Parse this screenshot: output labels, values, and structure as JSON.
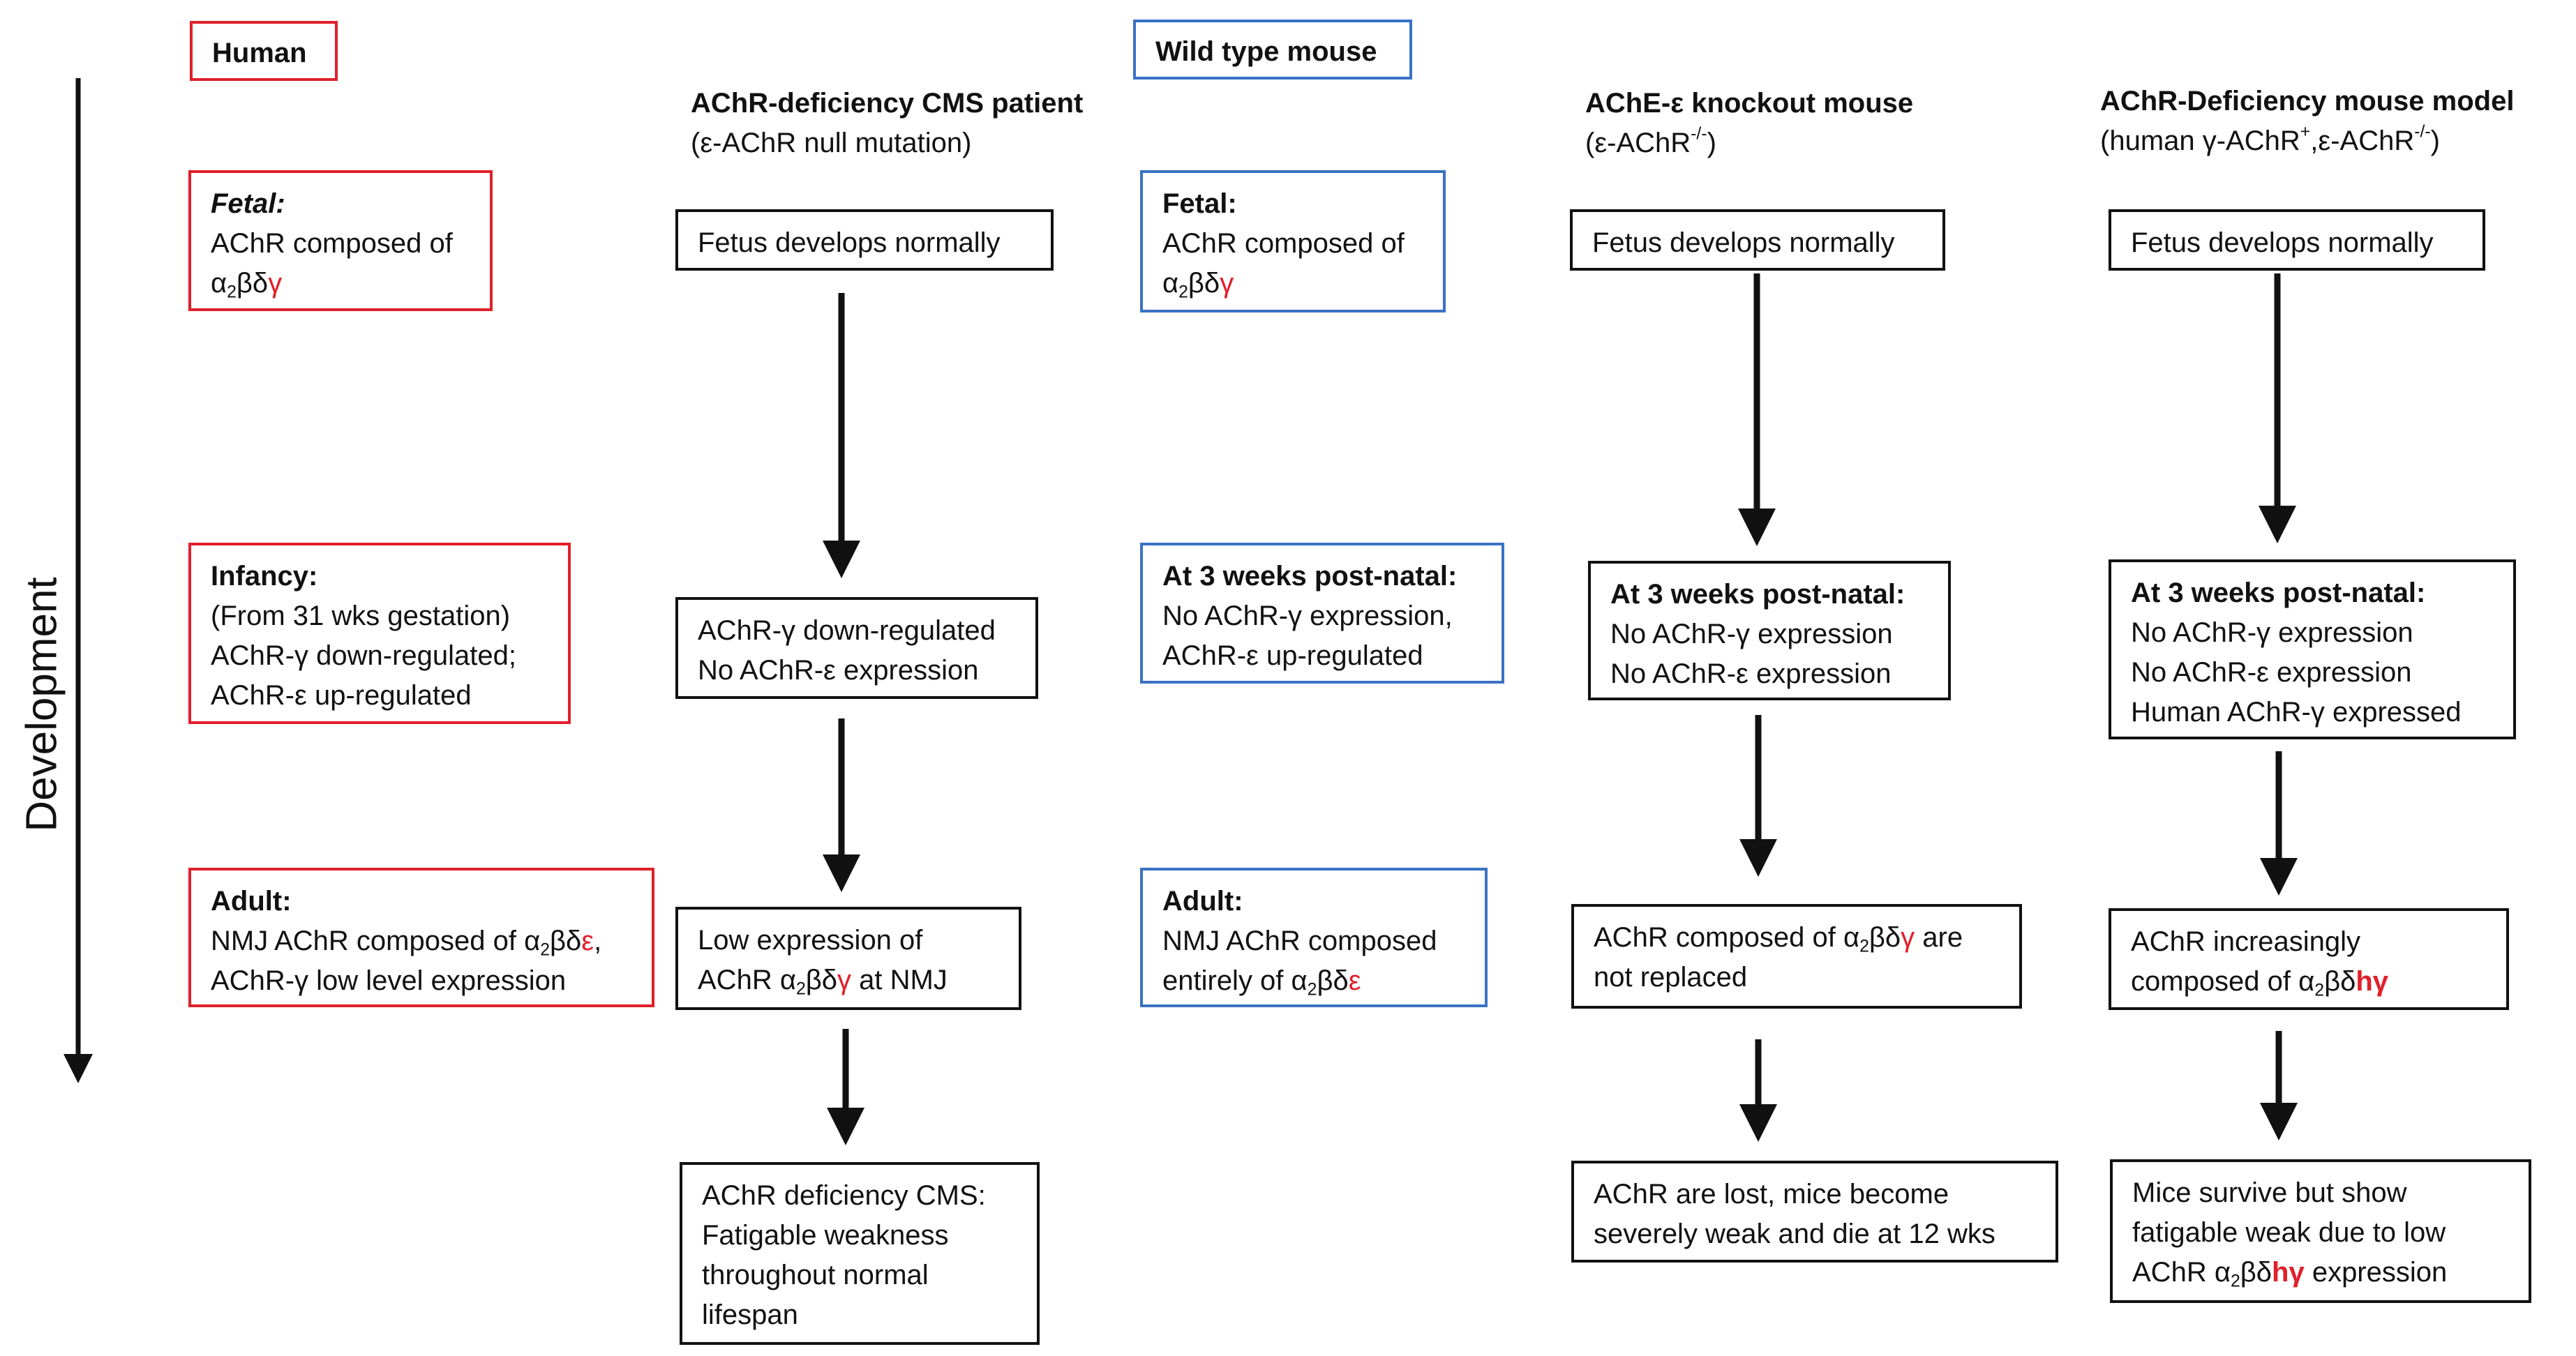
{
  "axis": {
    "label": "Development"
  },
  "headers": {
    "human": "Human",
    "wild_type": "Wild type mouse",
    "cms": {
      "title": "AChR-deficiency CMS patient",
      "sub_a": "(ε-AChR null mutation)"
    },
    "ko": {
      "title": "AChE-ε knockout mouse",
      "sub_a": "(ε-AChR",
      "sub_sup": "-/-",
      "sub_b": ")"
    },
    "model": {
      "title": "AChR-Deficiency mouse model",
      "sub_a": "(human γ-AChR",
      "sub_sup1": "+",
      "sub_b": ",ε-AChR",
      "sub_sup2": "-/-",
      "sub_c": ")"
    }
  },
  "human": {
    "fetal": {
      "title": "Fetal:",
      "l2": "AChR composed of",
      "l3a": "α",
      "l3sub": "2",
      "l3b": "βδ",
      "l3c": "γ"
    },
    "infancy": {
      "title": "Infancy:",
      "l2": "(From 31 wks gestation)",
      "l3": "AChR-γ down-regulated;",
      "l4": "AChR-ε up-regulated"
    },
    "adult": {
      "title": "Adult:",
      "l2a": "NMJ AChR composed of α",
      "l2sub": "2",
      "l2b": "βδ",
      "l2c": "ε",
      "l2d": ",",
      "l3": "AChR-γ low level expression"
    }
  },
  "cms": {
    "fetus": "Fetus develops normally",
    "infancy": {
      "l1": "AChR-γ down-regulated",
      "l2": "No AChR-ε expression"
    },
    "adult": {
      "l1": "Low expression of",
      "l2a": "AChR α",
      "l2sub": "2",
      "l2b": "βδ",
      "l2c": "γ",
      "l2d": " at NMJ"
    },
    "outcome": {
      "l1": "AChR deficiency CMS:",
      "l2": "Fatigable weakness",
      "l3": "throughout normal",
      "l4": "lifespan"
    }
  },
  "wild": {
    "fetal": {
      "title": "Fetal:",
      "l2": "AChR composed of",
      "l3a": "α",
      "l3sub": "2",
      "l3b": "βδ",
      "l3c": "γ"
    },
    "weeks3": {
      "title": "At 3 weeks post-natal:",
      "l2": "No AChR-γ expression,",
      "l3": "AChR-ε up-regulated"
    },
    "adult": {
      "title": "Adult:",
      "l2": "NMJ AChR composed",
      "l3a": "entirely of α",
      "l3sub": "2",
      "l3b": "βδ",
      "l3c": "ε"
    }
  },
  "ko": {
    "fetus": "Fetus develops normally",
    "weeks3": {
      "title": "At 3 weeks post-natal:",
      "l2": "No AChR-γ expression",
      "l3": "No AChR-ε expression"
    },
    "adult": {
      "l1a": "AChR composed of α",
      "l1sub": "2",
      "l1b": "βδ",
      "l1c": "γ",
      "l1d": " are",
      "l2": "not replaced"
    },
    "outcome": {
      "l1": "AChR are lost, mice become",
      "l2": "severely weak and  die at 12 wks"
    }
  },
  "model": {
    "fetus": "Fetus develops normally",
    "weeks3": {
      "title": "At 3 weeks post-natal:",
      "l2": "No AChR-γ expression",
      "l3": "No AChR-ε expression",
      "l4": "Human AChR-γ expressed"
    },
    "adult": {
      "l1": "AChR increasingly",
      "l2a": "composed of α",
      "l2sub": "2",
      "l2b": "βδ",
      "l2c": "hγ"
    },
    "outcome": {
      "l1": "Mice survive but show",
      "l2": "fatigable weak due to low",
      "l3a": "AChR α",
      "l3sub": "2",
      "l3b": "βδ",
      "l3c": "hγ",
      "l3d": " expression"
    }
  },
  "colors": {
    "human_border": "#e0202a",
    "wild_border": "#3a72c4",
    "highlight_text": "#e0202a",
    "default_border": "#111111"
  }
}
